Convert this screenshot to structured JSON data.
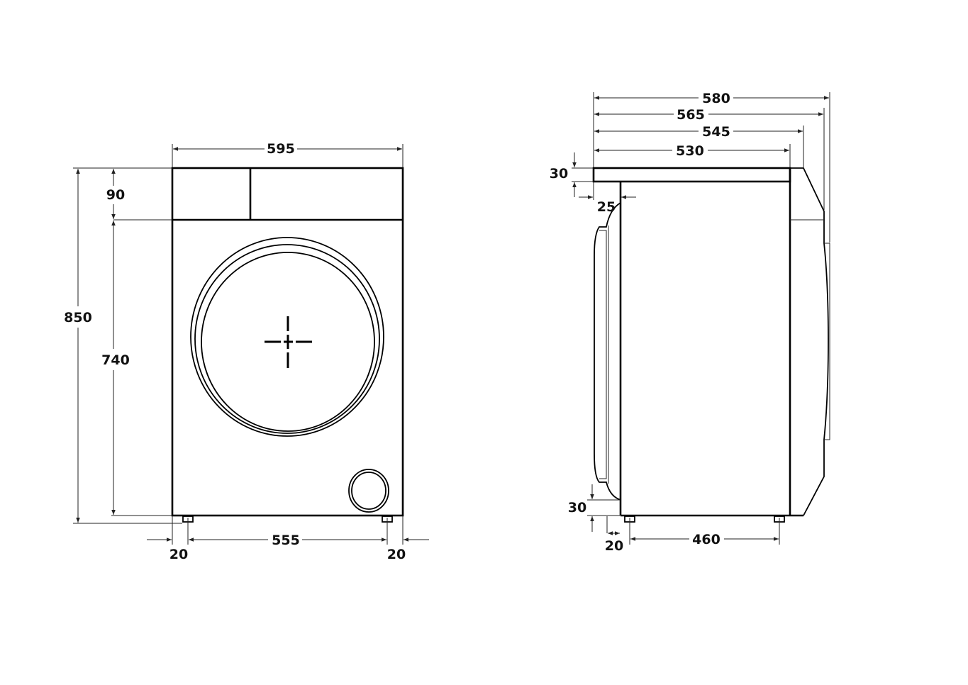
{
  "front_view": {
    "width": "595",
    "height_total": "850",
    "control_panel_height": "90",
    "body_height": "740",
    "foot_spacing": "555",
    "foot_offset_left": "20",
    "foot_offset_right": "20"
  },
  "side_view": {
    "depth_max": "580",
    "depth_with_door": "565",
    "depth_545": "545",
    "depth_body": "530",
    "top_thickness": "30",
    "top_overhang": "25",
    "foot_height": "30",
    "foot_offset": "20",
    "foot_spacing": "460"
  }
}
